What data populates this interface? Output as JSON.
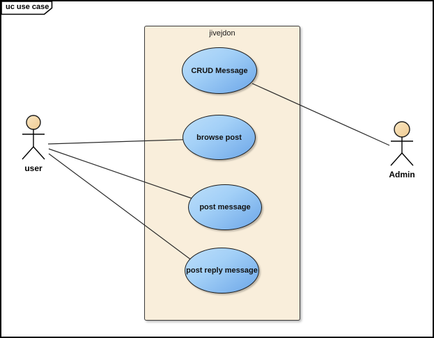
{
  "frame": {
    "title": "uc use case"
  },
  "system_boundary": {
    "label": "jivejdon"
  },
  "use_cases": [
    {
      "id": "crud-message",
      "label": "CRUD Message"
    },
    {
      "id": "browse-post",
      "label": "browse post"
    },
    {
      "id": "post-message",
      "label": "post message"
    },
    {
      "id": "post-reply-message",
      "label": "post reply message"
    }
  ],
  "actors": [
    {
      "id": "user",
      "label": "user"
    },
    {
      "id": "admin",
      "label": "Admin"
    }
  ],
  "associations": [
    {
      "from": "user",
      "to": "browse-post"
    },
    {
      "from": "user",
      "to": "post-message"
    },
    {
      "from": "user",
      "to": "post-reply-message"
    },
    {
      "from": "crud-message",
      "to": "admin"
    }
  ],
  "colors": {
    "boundary_fill": "#F9EEDB",
    "usecase_fill_light": "#BCDEFA",
    "usecase_fill_dark": "#6CA6E8",
    "actor_head_light": "#FAE6C2",
    "actor_head_dark": "#EFCB92",
    "line": "#2a2a2a"
  }
}
